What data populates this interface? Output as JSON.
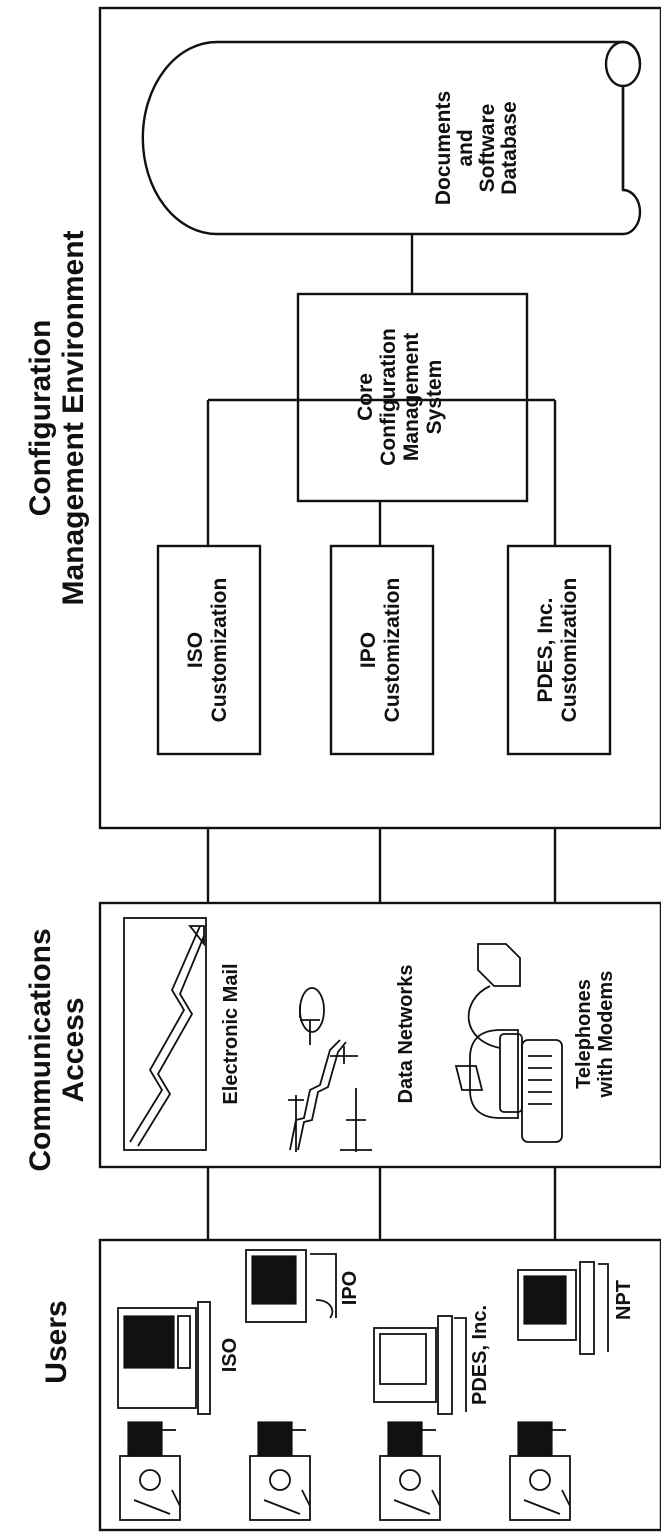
{
  "sections": {
    "cme_title_line1": "Configuration",
    "cme_title_line2": "Management  Environment",
    "comm_title_line1": "Communications",
    "comm_title_line2": "Access",
    "users_title": "Users"
  },
  "cme": {
    "database": [
      "Documents",
      "and",
      "Software",
      "Database"
    ],
    "core": [
      "Core",
      "Configuration",
      "Management",
      "System"
    ],
    "iso_custom": [
      "ISO",
      "Customization"
    ],
    "ipo_custom": [
      "IPO",
      "Customization"
    ],
    "pdes_custom": [
      "PDES, Inc.",
      "Customization"
    ]
  },
  "comm": {
    "email": "Electronic Mail",
    "data_networks": "Data Networks",
    "telephones": [
      "Telephones",
      "with Modems"
    ]
  },
  "users": {
    "iso": "ISO",
    "ipo": "IPO",
    "pdes": "PDES, Inc.",
    "npt": "NPT"
  },
  "icons": {
    "person": "person-at-workstation-icon",
    "computer": "computer-terminal-icon",
    "mail": "electronic-mail-icon",
    "network": "data-network-icon",
    "phone": "telephone-modem-icon"
  }
}
